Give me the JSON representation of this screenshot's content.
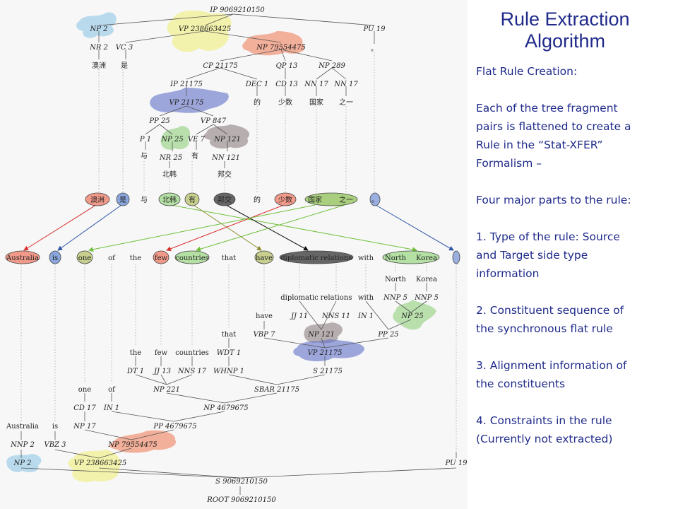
{
  "slide": {
    "title_line1": "Rule Extraction",
    "title_line2": "Algorithm",
    "heading": "Flat Rule Creation:",
    "intro_lines": [
      "Each of the tree fragment",
      "pairs is flattened to create a",
      "Rule in the “Stat-XFER”",
      "Formalism –"
    ],
    "parts_intro": "Four major parts to the rule:",
    "parts": [
      {
        "lines": [
          "1. Type of the rule: Source",
          "and Target side type",
          "information"
        ]
      },
      {
        "lines": [
          "2. Constituent sequence of",
          "the synchronous flat rule"
        ]
      },
      {
        "lines": [
          "3. Alignment information of",
          "the constituents"
        ]
      },
      {
        "lines": [
          "4. Constraints in the rule",
          "(Currently not extracted)"
        ]
      }
    ]
  },
  "colors": {
    "title_blue": "#1f2a8a",
    "blob_blue": "#8fc7e6",
    "blob_yellow": "#f0ee7a",
    "blob_salmon": "#ef7f5c",
    "blob_indigo": "#6070c8",
    "blob_green": "#8fcf7a",
    "blob_gray": "#8c7f7f"
  },
  "tree": {
    "source_labels": {
      "ip": "IP 9069210150",
      "np2": "NP 2",
      "vp238": "VP 238663425",
      "pu19": "PU 19",
      "nr2": "NR 2",
      "vc3": "VC 3",
      "np79": "NP 79554475",
      "cp": "CP 21175",
      "qp": "QP 13",
      "np289": "NP 289",
      "ip21175": "IP 21175",
      "dec1": "DEC 1",
      "cd13": "CD 13",
      "nn17a": "NN 17",
      "nn17b": "NN 17",
      "vp21175": "VP 21175",
      "pp25": "PP 25",
      "vp847": "VP 847",
      "p1": "P 1",
      "np25": "NP 25",
      "ve7": "VE 7",
      "np121": "NP 121",
      "nr25": "NR 25",
      "nn121": "NN 121"
    },
    "source_words": {
      "aozhou": "澳洲",
      "shi": "是",
      "period": "。",
      "de": "的",
      "shaoshu": "少数",
      "guojia": "国家",
      "zhiyi": "之一",
      "yu": "与",
      "you": "有",
      "beihan": "北韩",
      "bangjiao": "邦交"
    },
    "source_chain": [
      "澳洲",
      "是",
      "与",
      "北韩",
      "有",
      "邦交",
      "的",
      "少数",
      "国家",
      "之一",
      "。"
    ],
    "target_chain": [
      "Australia",
      "is",
      "one",
      "of",
      "the",
      "few",
      "countries",
      "that",
      "have",
      "diplomatic",
      "relations",
      "with",
      "North",
      "Korea"
    ],
    "target_words": {
      "north": "North",
      "korea": "Korea",
      "diplomatic": "diplomatic",
      "relations": "relations",
      "with": "with",
      "have": "have",
      "that": "that",
      "the": "the",
      "few": "few",
      "countries": "countries",
      "one": "one",
      "of": "of",
      "australia": "Australia",
      "is": "is"
    },
    "target_labels": {
      "nnp5a": "NNP 5",
      "nnp5b": "NNP 5",
      "jj11": "JJ 11",
      "nns11": "NNS 11",
      "in1a": "IN 1",
      "np25t": "NP 25",
      "vbp7": "VBP 7",
      "np121t": "NP 121",
      "pp25t": "PP 25",
      "wdt1": "WDT 1",
      "vp21175t": "VP 21175",
      "dt1": "DT 1",
      "jj13": "JJ 13",
      "nns17": "NNS 17",
      "whnp1": "WHNP 1",
      "s21175": "S 21175",
      "np221": "NP 221",
      "sbar": "SBAR 21175",
      "cd17": "CD 17",
      "in1b": "IN 1",
      "np4679675": "NP 4679675",
      "nnp2": "NNP 2",
      "vbz3": "VBZ 3",
      "np17": "NP 17",
      "pp4679675": "PP 4679675",
      "np79t": "NP 79554475",
      "np2t": "NP 2",
      "vp238t": "VP 238663425",
      "pu19t": "PU 19",
      "s9069": "S 9069210150",
      "root": "ROOT 9069210150"
    }
  }
}
